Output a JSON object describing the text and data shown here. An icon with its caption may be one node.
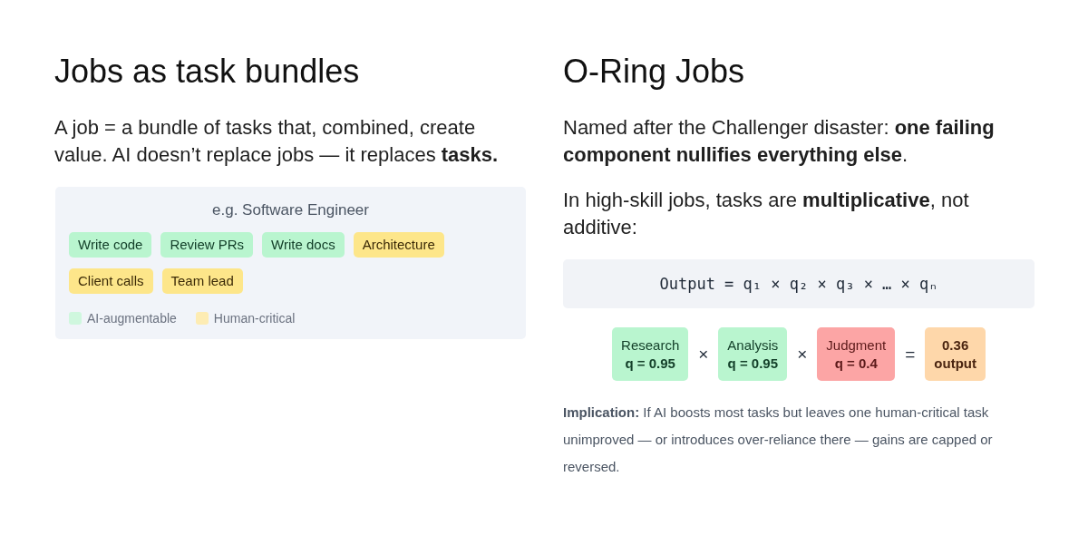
{
  "diagram": {
    "nodes": [
      {
        "text": [
          "e.g. Software Engineer"
        ]
      },
      {
        "text": [
          "Write code"
        ],
        "in": 0
      },
      {
        "text": [
          "Review PRs"
        ],
        "in": 0
      },
      {
        "text": [
          "Write docs"
        ],
        "in": 0
      },
      {
        "text": [
          "Architecture"
        ],
        "in": 0
      },
      {
        "text": [
          "Client calls"
        ],
        "in": 0
      },
      {
        "text": [
          "Team lead"
        ],
        "in": 0
      },
      {
        "text": [
          "Output = q₁ × q₂ × q₃ × … × qₙ"
        ]
      },
      {
        "text": [
          "Research",
          "q = 0.95"
        ]
      },
      {
        "text": [
          "Analysis",
          "q = 0.95"
        ]
      },
      {
        "text": [
          "Judgment",
          "q = 0.4"
        ]
      },
      {
        "text": [
          "0.36",
          "output"
        ]
      }
    ],
    "labels": [
      "Jobs as task bundles",
      "A job = a bundle of tasks that, combined, create value. AI doesn’t replace jobs — it replaces **tasks.**",
      "O-Ring Jobs",
      "Named after the Challenger disaster: **one failing component nullifies everything else**.",
      "In high-skill jobs, tasks are **multiplicative**, not additive:",
      "×",
      "×",
      "=",
      "**Implication:** If AI boosts most tasks but leaves one human-critical task unimproved — or introduces over-reliance there — gains are capped or reversed."
    ],
    "legend": [
      {
        "text": "AI-augmentable",
        "color": "#cff7de"
      },
      {
        "text": "Human-critical",
        "color": "#fdecb3"
      }
    ]
  }
}
